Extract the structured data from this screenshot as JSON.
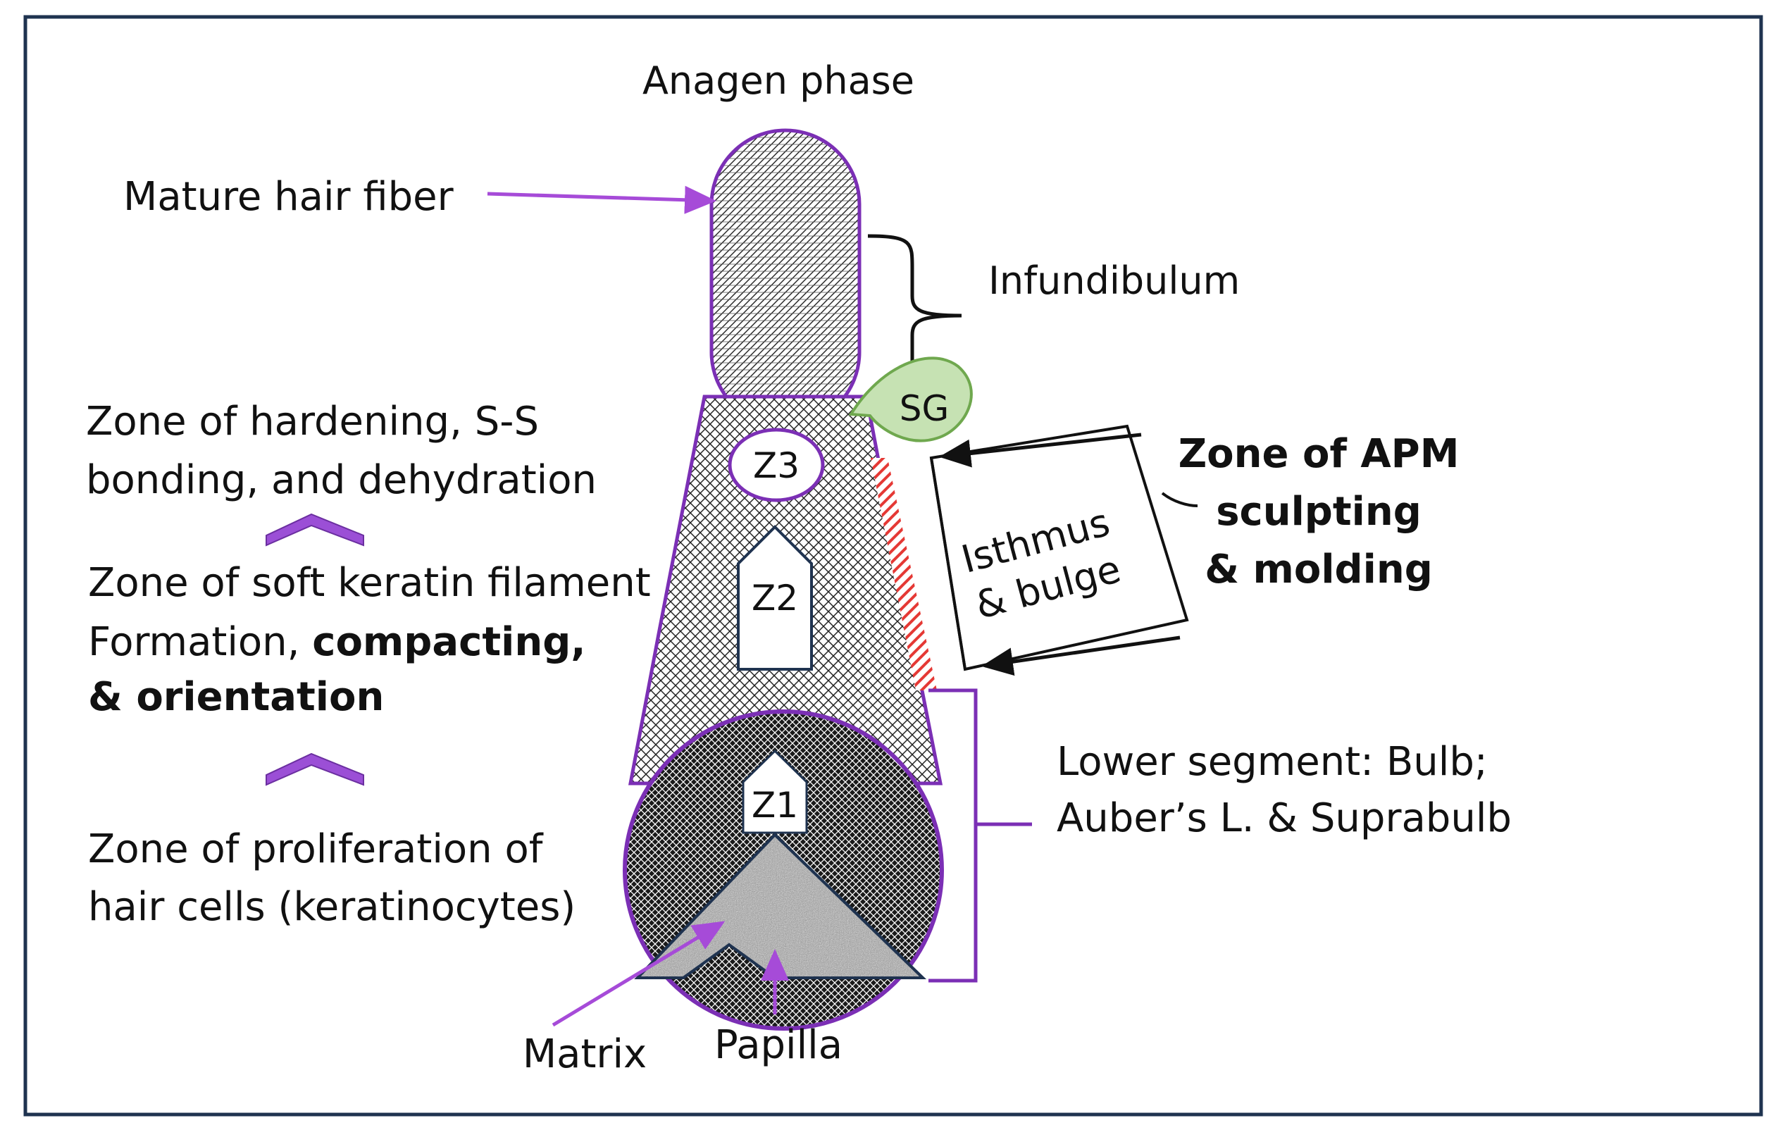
{
  "title": "Anagen phase",
  "labels": {
    "mature_hair_fiber": "Mature hair fiber",
    "infundibulum": "Infundibulum",
    "sg": "SG",
    "hardening": [
      "Zone of hardening, S-S",
      "bonding, and dehydration"
    ],
    "soft_keratin": {
      "line1": "Zone of soft keratin filament",
      "line2_normal": "Formation, ",
      "line2_bold": "compacting,",
      "line3_bold": "& orientation"
    },
    "proliferation": [
      "Zone of proliferation of",
      "hair cells (keratinocytes)"
    ],
    "z1": "Z1",
    "z2": "Z2",
    "z3": "Z3",
    "isthmus": [
      "Isthmus",
      "& bulge"
    ],
    "apm": [
      "Zone of APM",
      "sculpting",
      "& molding"
    ],
    "lower_segment": [
      "Lower segment: Bulb;",
      "Auber’s L. & Suprabulb"
    ],
    "matrix": "Matrix",
    "papilla": "Papilla"
  },
  "colors": {
    "frame": "#1f3350",
    "outline": "#7b2fb5",
    "arrow_purple": "#a64bd8",
    "chevron": "#9b4fd6",
    "sg_fill": "#c6e2b3",
    "sg_stroke": "#6fa84e",
    "red_hatch": "#e53935",
    "black": "#111111"
  }
}
